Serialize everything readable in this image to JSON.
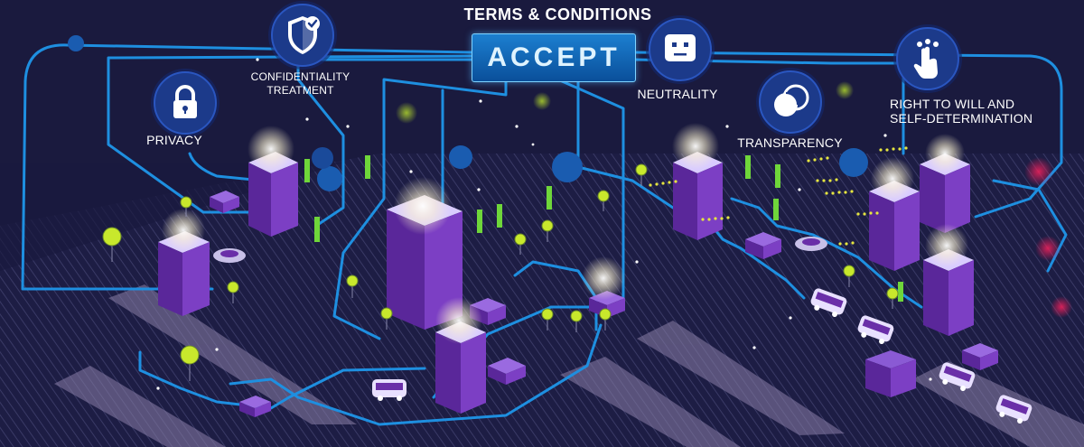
{
  "header": {
    "title": "TERMS & CONDITIONS",
    "accept_label": "ACCEPT"
  },
  "principles": [
    {
      "id": "privacy",
      "label": "PRIVACY",
      "icon": "padlock-icon"
    },
    {
      "id": "confidentiality",
      "label_line1": "CONFIDENTIALITY",
      "label_line2": "TREATMENT",
      "icon": "shield-check-icon"
    },
    {
      "id": "neutrality",
      "label": "NEUTRALITY",
      "icon": "robot-face-icon"
    },
    {
      "id": "transparency",
      "label": "TRANSPARENCY",
      "icon": "overlapping-circles-icon"
    },
    {
      "id": "self-determination",
      "label_line1": "RIGHT TO WILL AND",
      "label_line2": "SELF-DETERMINATION",
      "icon": "hand-touch-icon"
    }
  ],
  "colors": {
    "background": "#1a1a3e",
    "circuit_line": "#1e8fe0",
    "badge": "#1c3a8a",
    "building_side": "#6a2fa8",
    "building_top": "#d9ccff",
    "tree": "#c8e82c",
    "road": "#8a7fa8",
    "accent_red": "#d02050"
  }
}
